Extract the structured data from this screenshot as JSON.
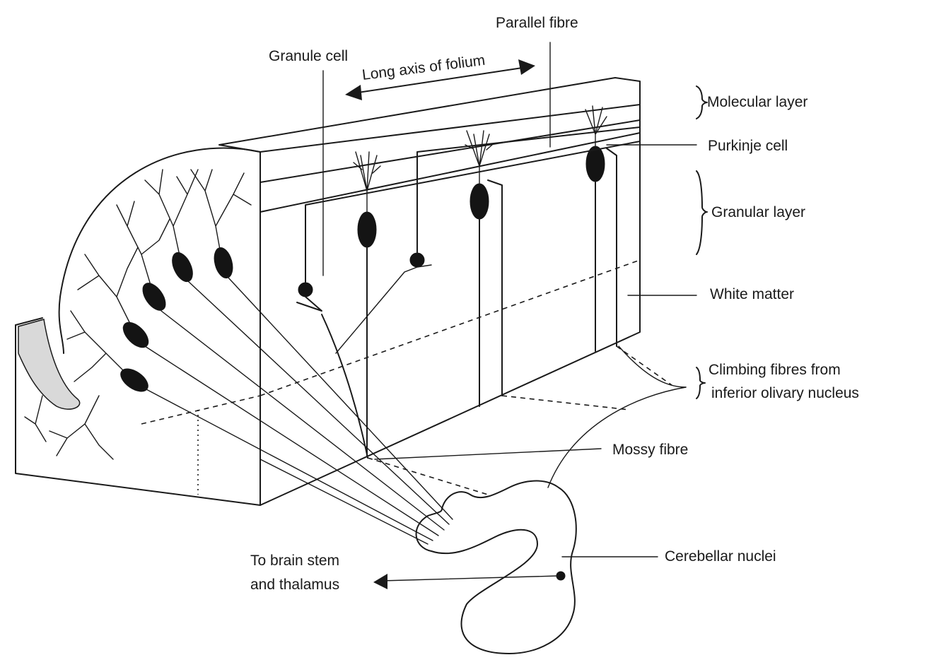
{
  "labels": {
    "parallel_fibre": "Parallel fibre",
    "granule_cell": "Granule cell",
    "long_axis": "Long axis of folium",
    "molecular_layer": "Molecular layer",
    "purkinje_cell": "Purkinje cell",
    "granular_layer": "Granular layer",
    "white_matter": "White matter",
    "climbing_line1": "Climbing fibres from",
    "climbing_line2": "inferior olivary nucleus",
    "mossy_fibre": "Mossy fibre",
    "brain_stem_line1": "To brain stem",
    "brain_stem_line2": "and thalamus",
    "cerebellar_nuclei": "Cerebellar nuclei"
  },
  "colors": {
    "ink": "#1a1a1a",
    "paper": "#ffffff"
  }
}
